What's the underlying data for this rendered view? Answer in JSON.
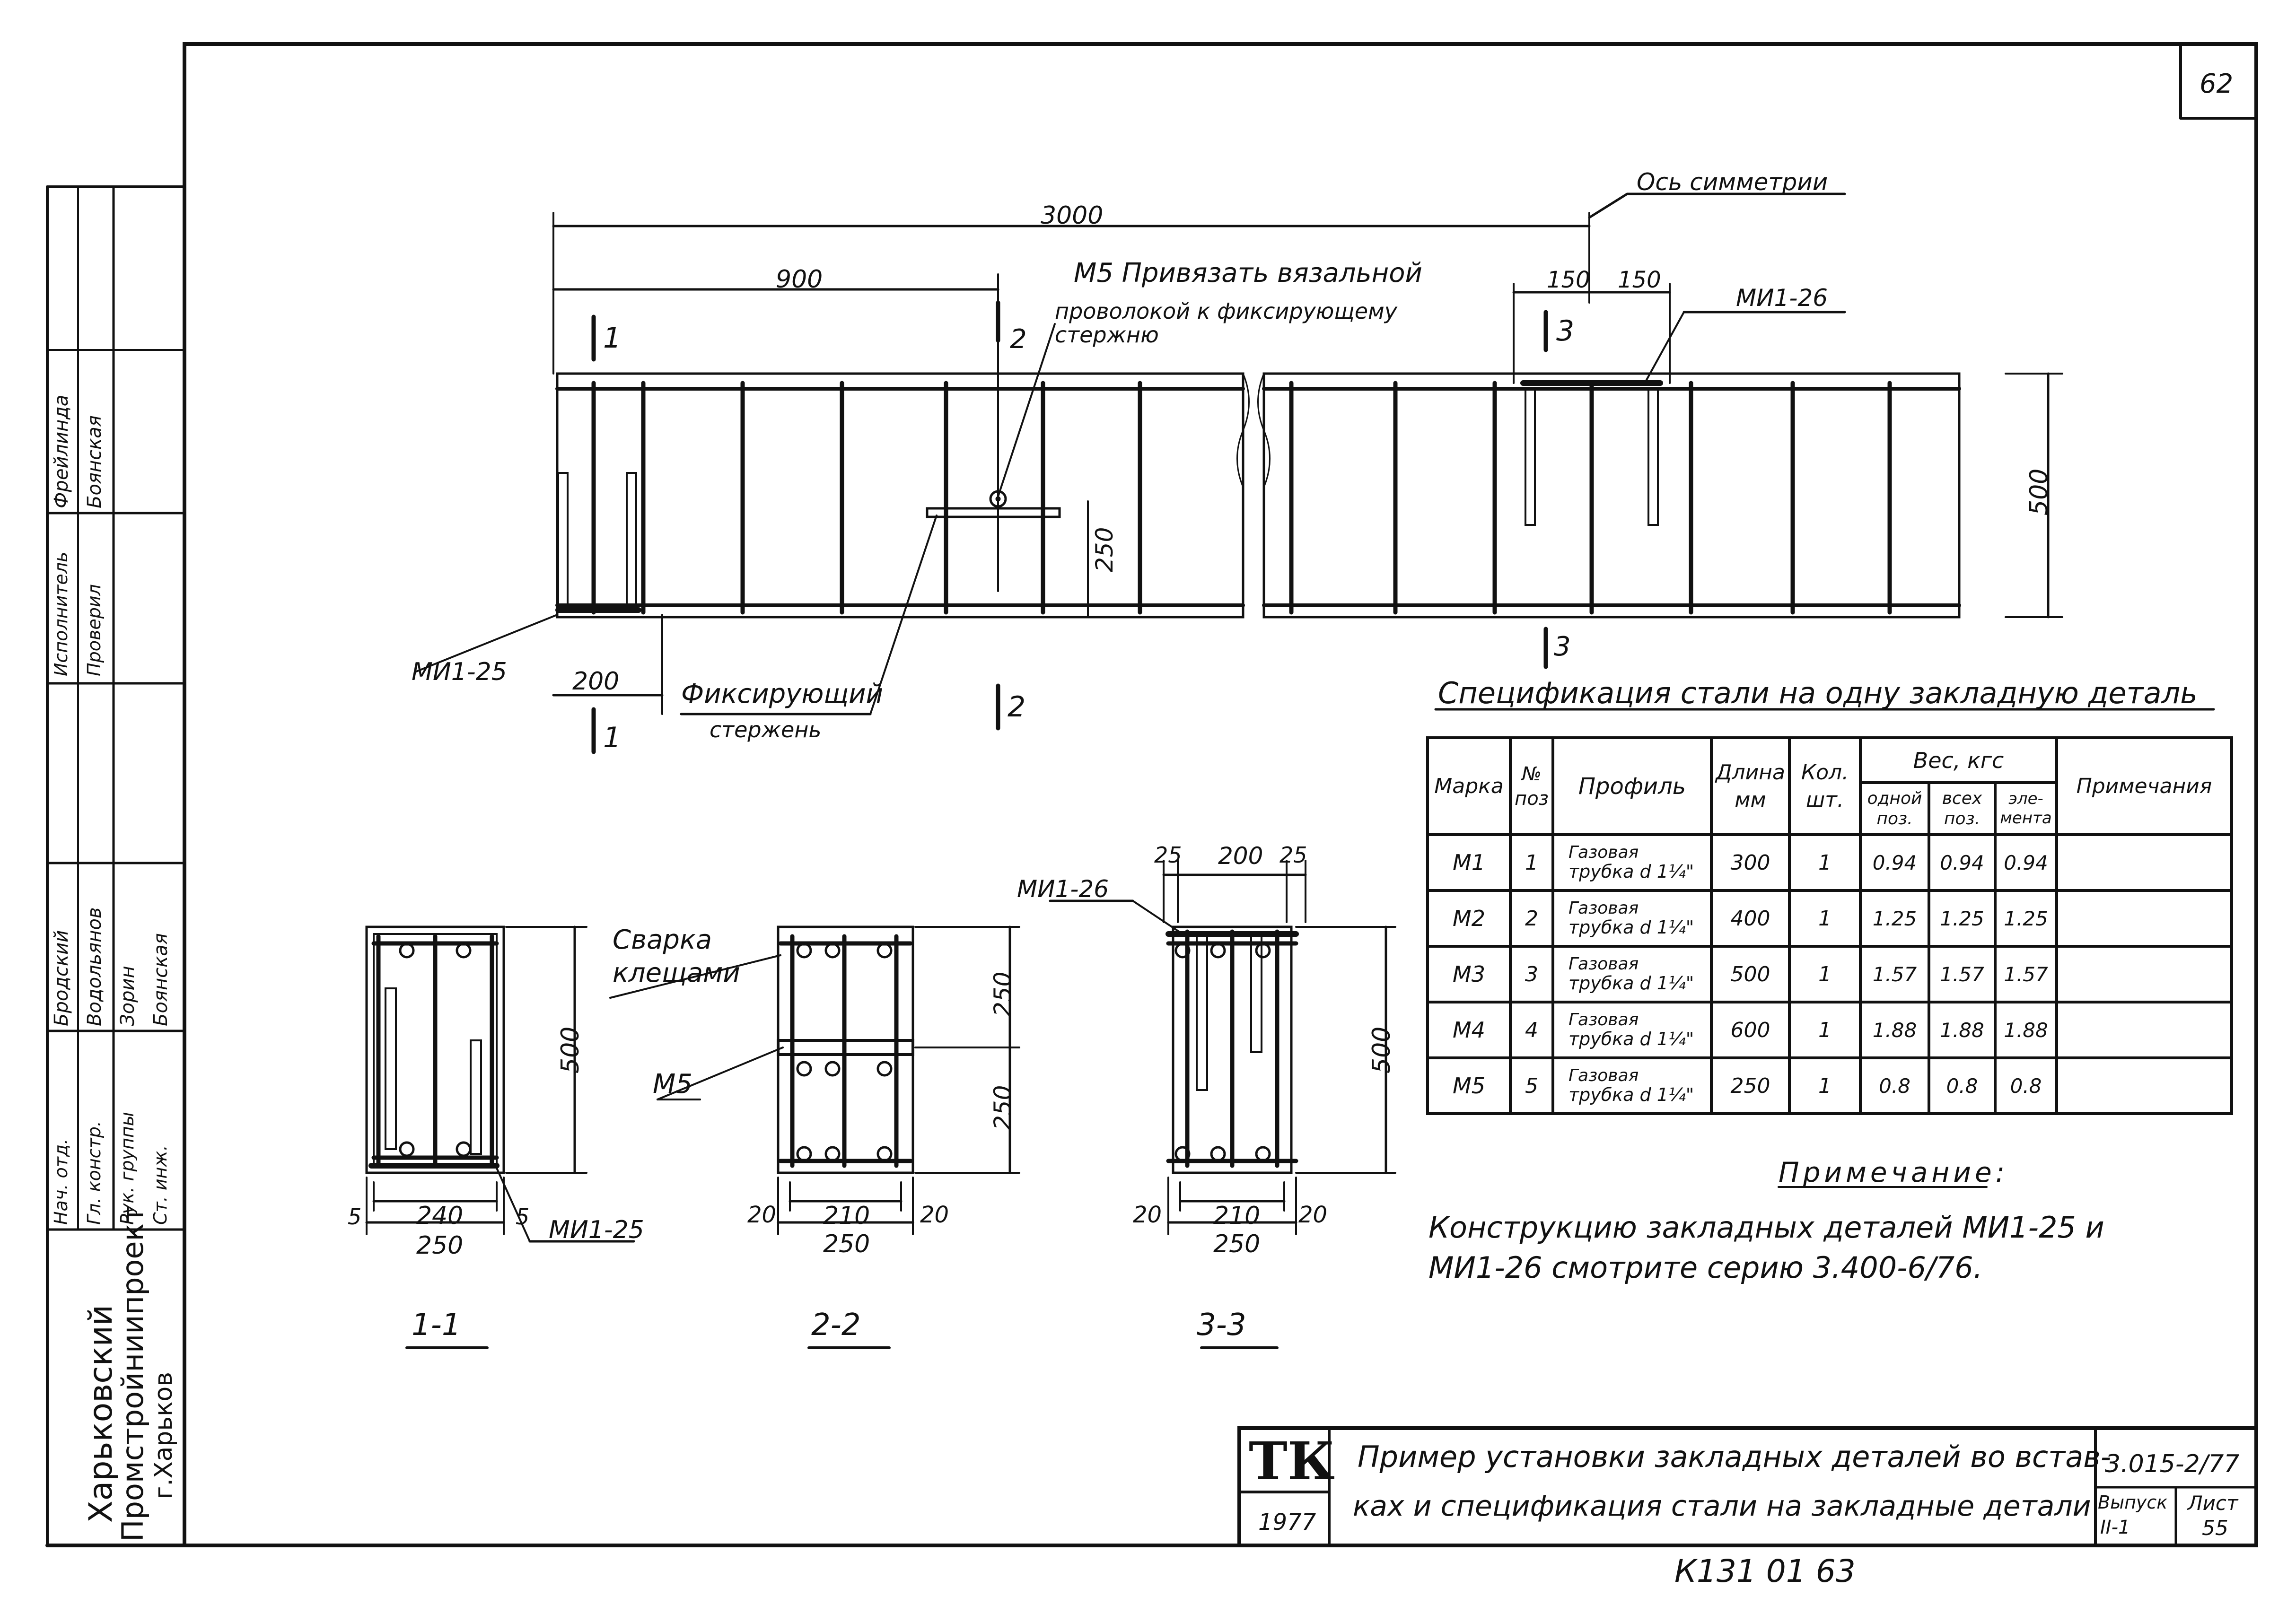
{
  "page_number": "62",
  "elevation": {
    "dim_total": "3000",
    "dim_900": "900",
    "dim_150_left": "150",
    "dim_150_right": "150",
    "dim_200": "200",
    "dim_250": "250",
    "dim_500": "500",
    "axis_label": "Ось симметрии",
    "note_m5_line1": "М5 Привязать вязальной",
    "note_m5_line2": "проволокой к фиксирующему",
    "note_m5_line3": "стержню",
    "mark_mi126": "МИ1-26",
    "mark_mi125": "МИ1-25",
    "fix_rod_line1": "Фиксирующий",
    "fix_rod_line2": "стержень",
    "cut_1": "1",
    "cut_2": "2",
    "cut_3": "3"
  },
  "sections": {
    "s1": {
      "title": "1-1",
      "d5a": "5",
      "d240": "240",
      "d5b": "5",
      "d250": "250",
      "d500": "500",
      "mark": "МИ1-25"
    },
    "s2": {
      "title": "2-2",
      "d20a": "20",
      "d210": "210",
      "d20b": "20",
      "d250b": "250",
      "d250u": "250",
      "d250l": "250",
      "weld_line1": "Сварка",
      "weld_line2": "клещами",
      "m5": "М5"
    },
    "s3": {
      "title": "3-3",
      "d25a": "25",
      "d200": "200",
      "d25b": "25",
      "d20a": "20",
      "d210": "210",
      "d20b": "20",
      "d250": "250",
      "d500": "500",
      "mark": "МИ1-26"
    }
  },
  "spec": {
    "title": "Спецификация стали на одну закладную деталь",
    "headers": {
      "mark": "Марка",
      "pos_no": "№",
      "pos": "поз",
      "profile": "Профиль",
      "length": "Длина",
      "length_unit": "мм",
      "qty": "Кол.",
      "qty_unit": "шт.",
      "weight": "Вес, кгс",
      "w_one_1": "одной",
      "w_one_2": "поз.",
      "w_all_1": "всех",
      "w_all_2": "поз.",
      "w_el_1": "эле-",
      "w_el_2": "мента",
      "notes": "Примечания"
    },
    "rows": [
      {
        "mark": "М1",
        "pos": "1",
        "profile_1": "Газовая",
        "profile_2": "трубка d 1¼\"",
        "length": "300",
        "qty": "1",
        "w_one": "0.94",
        "w_all": "0.94",
        "w_el": "0.94",
        "note": ""
      },
      {
        "mark": "М2",
        "pos": "2",
        "profile_1": "Газовая",
        "profile_2": "трубка d 1¼\"",
        "length": "400",
        "qty": "1",
        "w_one": "1.25",
        "w_all": "1.25",
        "w_el": "1.25",
        "note": ""
      },
      {
        "mark": "М3",
        "pos": "3",
        "profile_1": "Газовая",
        "profile_2": "трубка d 1¼\"",
        "length": "500",
        "qty": "1",
        "w_one": "1.57",
        "w_all": "1.57",
        "w_el": "1.57",
        "note": ""
      },
      {
        "mark": "М4",
        "pos": "4",
        "profile_1": "Газовая",
        "profile_2": "трубка d 1¼\"",
        "length": "600",
        "qty": "1",
        "w_one": "1.88",
        "w_all": "1.88",
        "w_el": "1.88",
        "note": ""
      },
      {
        "mark": "М5",
        "pos": "5",
        "profile_1": "Газовая",
        "profile_2": "трубка d 1¼\"",
        "length": "250",
        "qty": "1",
        "w_one": "0.8",
        "w_all": "0.8",
        "w_el": "0.8",
        "note": ""
      }
    ]
  },
  "note": {
    "heading": "Примечание:",
    "line1": "Конструкцию закладных деталей МИ1-25 и",
    "line2": "МИ1-26 смотрите серию 3.400-6/76."
  },
  "stamp": {
    "org_line1": "Харьковский",
    "org_line2": "Промстройниипроект",
    "org_line3": "г.Харьков",
    "roles": [
      "Нач. отд.",
      "Гл. констр.",
      "Рук. группы",
      "Ст. инж.",
      "Исполнитель",
      "Проверил"
    ],
    "names": [
      "Бродский",
      "Водольянов",
      "Зорин",
      "Боянская",
      "Фрейлинда",
      "Боянская"
    ],
    "logo": "ТК",
    "year": "1977",
    "title_line1": "Пример установки закладных деталей во встав-",
    "title_line2": "ках и спецификация стали на закладные детали",
    "series": "3.015-2/77",
    "issue_label": "Выпуск",
    "issue_value": "II-1",
    "sheet_label": "Лист",
    "sheet_value": "55",
    "inventory": "К131 01 63"
  }
}
